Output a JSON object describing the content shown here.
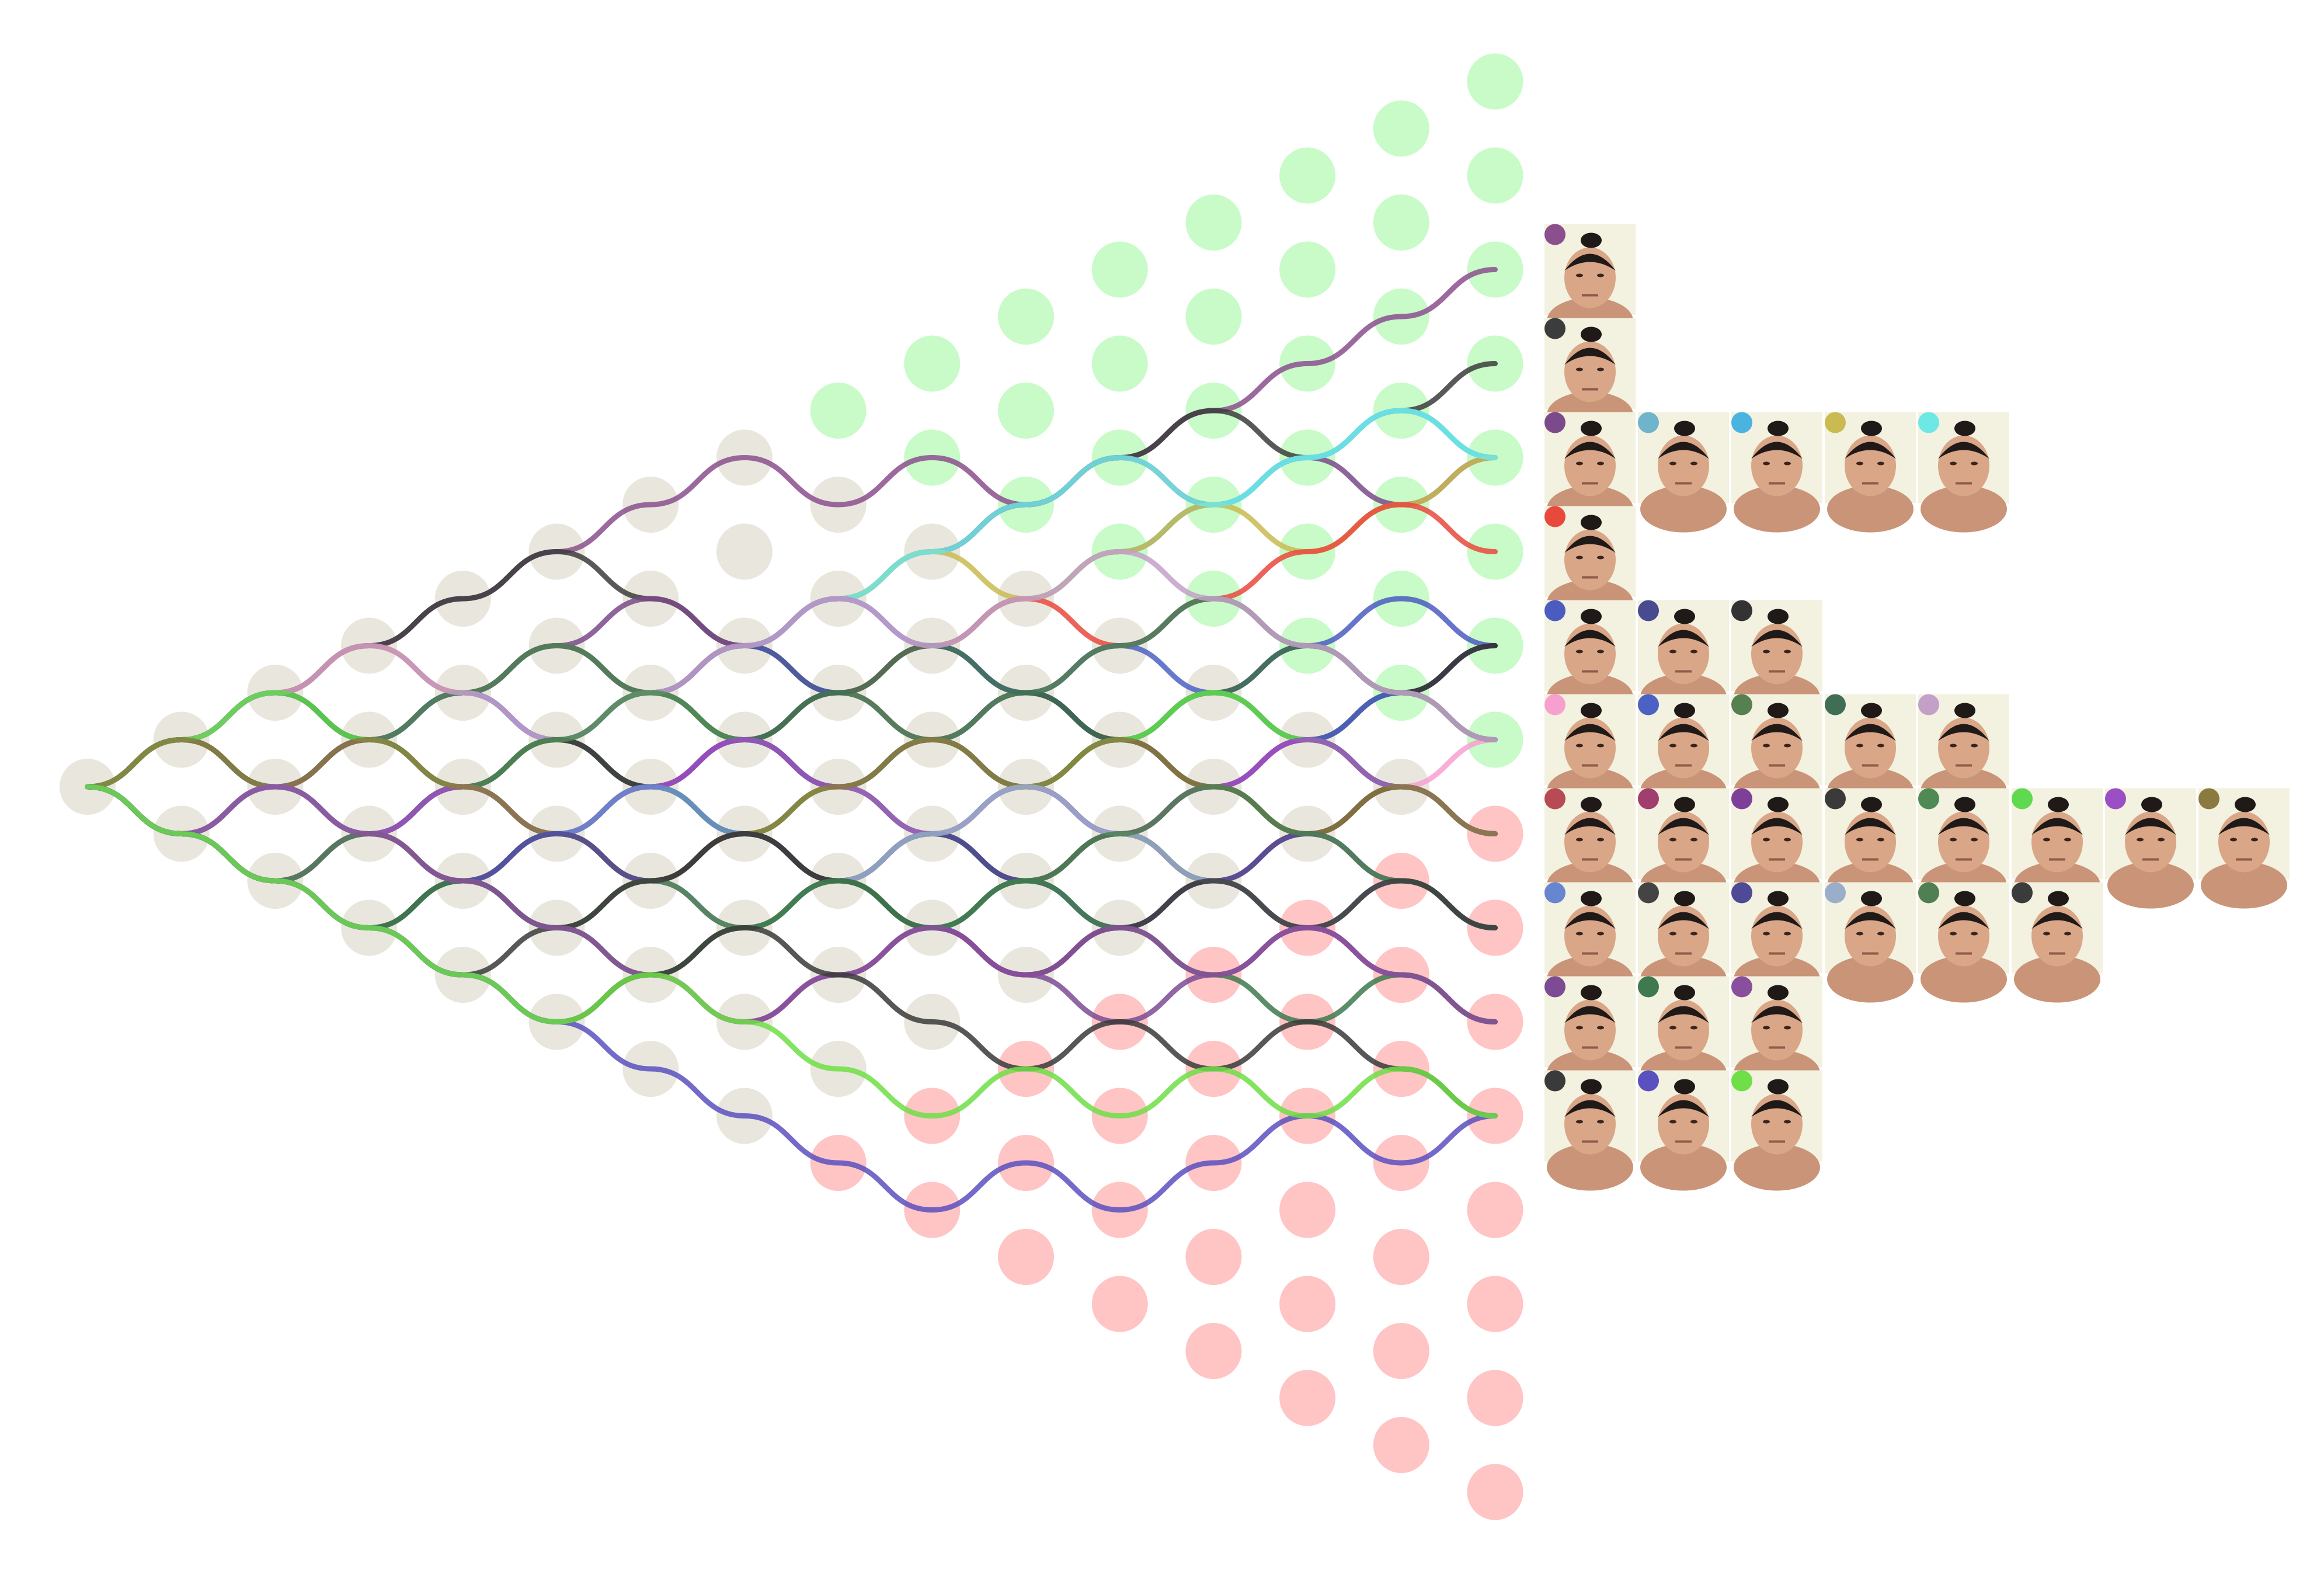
{
  "chart_data": {
    "type": "line",
    "description_free": true,
    "x": [
      0,
      1,
      2,
      3,
      4,
      5,
      6,
      7,
      8,
      9,
      10,
      11,
      12,
      13,
      14,
      15
    ],
    "ylim": [
      -15,
      15
    ],
    "node_colors": {
      "win": "#c8fbc8",
      "loss": "#ffc4c4",
      "neutral": "#e9e7dd"
    },
    "series": [
      {
        "color": "#8b4f8e",
        "values": [
          0,
          1,
          2,
          3,
          4,
          5,
          6,
          7,
          6,
          7,
          6,
          7,
          8,
          9,
          10,
          11
        ]
      },
      {
        "color": "#3c3c3c",
        "values": [
          0,
          1,
          2,
          3,
          4,
          5,
          4,
          3,
          4,
          5,
          6,
          7,
          8,
          7,
          8,
          9
        ]
      },
      {
        "color": "#7a4a8a",
        "values": [
          0,
          1,
          2,
          1,
          2,
          3,
          4,
          3,
          4,
          5,
          6,
          7,
          6,
          7,
          6,
          7
        ]
      },
      {
        "color": "#6fb4cb",
        "values": [
          0,
          1,
          0,
          1,
          2,
          3,
          2,
          1,
          2,
          3,
          4,
          5,
          6,
          7,
          8,
          7
        ]
      },
      {
        "color": "#4ab3e0",
        "values": [
          0,
          1,
          0,
          -1,
          0,
          1,
          2,
          3,
          2,
          3,
          4,
          5,
          6,
          7,
          8,
          7
        ]
      },
      {
        "color": "#c9bb52",
        "values": [
          0,
          -1,
          0,
          1,
          0,
          1,
          2,
          3,
          4,
          5,
          4,
          5,
          6,
          5,
          6,
          7
        ]
      },
      {
        "color": "#6ee8e4",
        "values": [
          0,
          1,
          2,
          1,
          0,
          1,
          2,
          3,
          4,
          5,
          6,
          7,
          6,
          7,
          8,
          7
        ]
      },
      {
        "color": "#e9493c",
        "values": [
          0,
          1,
          2,
          3,
          2,
          1,
          0,
          1,
          2,
          3,
          4,
          3,
          4,
          5,
          6,
          5
        ]
      },
      {
        "color": "#4b5cc0",
        "values": [
          0,
          1,
          0,
          1,
          2,
          1,
          2,
          3,
          4,
          3,
          2,
          3,
          4,
          3,
          4,
          3
        ]
      },
      {
        "color": "#4a4a90",
        "values": [
          0,
          -1,
          0,
          1,
          2,
          3,
          2,
          3,
          2,
          1,
          2,
          1,
          2,
          3,
          2,
          3
        ]
      },
      {
        "color": "#333333",
        "values": [
          0,
          1,
          2,
          1,
          0,
          -1,
          0,
          1,
          0,
          1,
          2,
          1,
          0,
          1,
          2,
          3
        ]
      },
      {
        "color": "#f7a0d0",
        "values": [
          0,
          -1,
          0,
          -1,
          0,
          1,
          0,
          -1,
          0,
          -1,
          0,
          1,
          0,
          1,
          0,
          1
        ]
      },
      {
        "color": "#4b62c4",
        "values": [
          0,
          1,
          0,
          1,
          2,
          1,
          2,
          1,
          0,
          1,
          2,
          3,
          2,
          1,
          2,
          1
        ]
      },
      {
        "color": "#55804f",
        "values": [
          0,
          -1,
          0,
          1,
          2,
          3,
          2,
          1,
          2,
          1,
          2,
          3,
          4,
          3,
          2,
          1
        ]
      },
      {
        "color": "#3f6e55",
        "values": [
          0,
          -1,
          -2,
          -1,
          0,
          1,
          0,
          1,
          2,
          3,
          2,
          1,
          2,
          3,
          2,
          1
        ]
      },
      {
        "color": "#c3a0c8",
        "values": [
          0,
          1,
          2,
          3,
          2,
          1,
          2,
          3,
          4,
          3,
          4,
          5,
          4,
          3,
          2,
          1
        ]
      },
      {
        "color": "#b74a55",
        "values": [
          0,
          -1,
          0,
          -1,
          -2,
          -1,
          0,
          -1,
          -2,
          -1,
          0,
          -1,
          0,
          -1,
          0,
          -1
        ]
      },
      {
        "color": "#a03e6e",
        "values": [
          0,
          1,
          0,
          -1,
          0,
          -1,
          -2,
          -1,
          0,
          1,
          0,
          -1,
          -2,
          -1,
          0,
          -1
        ]
      },
      {
        "color": "#7e3f98",
        "values": [
          0,
          -1,
          0,
          1,
          0,
          -1,
          0,
          1,
          0,
          1,
          0,
          -1,
          0,
          1,
          0,
          -1
        ]
      },
      {
        "color": "#3a3a3a",
        "values": [
          0,
          -1,
          -2,
          -1,
          0,
          1,
          0,
          -1,
          -2,
          -1,
          0,
          1,
          0,
          -1,
          0,
          -1
        ]
      },
      {
        "color": "#4f8a55",
        "values": [
          0,
          1,
          0,
          -1,
          0,
          1,
          2,
          1,
          0,
          1,
          0,
          1,
          2,
          1,
          0,
          -1
        ]
      },
      {
        "color": "#5fd94f",
        "values": [
          0,
          1,
          2,
          1,
          0,
          -1,
          0,
          -1,
          0,
          -1,
          0,
          1,
          2,
          1,
          0,
          -1
        ]
      },
      {
        "color": "#9b4fc4",
        "values": [
          0,
          -1,
          -2,
          -1,
          0,
          -1,
          0,
          1,
          0,
          -1,
          0,
          -1,
          0,
          1,
          0,
          -1
        ]
      },
      {
        "color": "#8a7a40",
        "values": [
          0,
          1,
          0,
          1,
          0,
          -1,
          -2,
          -1,
          0,
          1,
          0,
          1,
          0,
          -1,
          0,
          -1
        ]
      },
      {
        "color": "#6886cf",
        "values": [
          0,
          -1,
          -2,
          -3,
          -2,
          -1,
          0,
          -1,
          -2,
          -3,
          -2,
          -1,
          -2,
          -3,
          -2,
          -3
        ]
      },
      {
        "color": "#444444",
        "values": [
          0,
          -1,
          -2,
          -3,
          -2,
          -3,
          -2,
          -1,
          -2,
          -1,
          -2,
          -1,
          -2,
          -3,
          -2,
          -3
        ]
      },
      {
        "color": "#4e4a96",
        "values": [
          0,
          -1,
          0,
          -1,
          -2,
          -1,
          -2,
          -3,
          -2,
          -1,
          -2,
          -3,
          -2,
          -1,
          -2,
          -3
        ]
      },
      {
        "color": "#9aaec9",
        "values": [
          0,
          -1,
          0,
          -1,
          -2,
          -3,
          -2,
          -3,
          -2,
          -1,
          0,
          -1,
          -2,
          -3,
          -2,
          -3
        ]
      },
      {
        "color": "#4f7f52",
        "values": [
          0,
          -1,
          -2,
          -1,
          -2,
          -3,
          -2,
          -3,
          -2,
          -3,
          -2,
          -1,
          0,
          -1,
          -2,
          -3
        ]
      },
      {
        "color": "#3b3b3b",
        "values": [
          0,
          -1,
          -2,
          -3,
          -4,
          -3,
          -2,
          -1,
          -2,
          -3,
          -4,
          -3,
          -2,
          -3,
          -2,
          -3
        ]
      },
      {
        "color": "#7c4b94",
        "values": [
          0,
          -1,
          -2,
          -3,
          -4,
          -5,
          -4,
          -5,
          -4,
          -3,
          -4,
          -5,
          -4,
          -3,
          -4,
          -5
        ]
      },
      {
        "color": "#3e7a4e",
        "values": [
          0,
          -1,
          -2,
          -3,
          -2,
          -3,
          -4,
          -3,
          -2,
          -3,
          -2,
          -3,
          -4,
          -5,
          -4,
          -5
        ]
      },
      {
        "color": "#8a4f9c",
        "values": [
          0,
          -1,
          0,
          -1,
          -2,
          -3,
          -4,
          -5,
          -4,
          -3,
          -4,
          -3,
          -4,
          -3,
          -4,
          -5
        ]
      },
      {
        "color": "#3a3a3a",
        "values": [
          0,
          -1,
          -2,
          -3,
          -4,
          -5,
          -4,
          -3,
          -4,
          -5,
          -6,
          -5,
          -6,
          -5,
          -6,
          -7
        ]
      },
      {
        "color": "#5a50bf",
        "values": [
          0,
          -1,
          -2,
          -3,
          -4,
          -5,
          -6,
          -7,
          -8,
          -9,
          -8,
          -9,
          -8,
          -7,
          -8,
          -7
        ]
      },
      {
        "color": "#6fdf47",
        "values": [
          0,
          -1,
          -2,
          -3,
          -4,
          -5,
          -4,
          -5,
          -6,
          -7,
          -6,
          -7,
          -6,
          -7,
          -6,
          -7
        ]
      }
    ],
    "legend_groups": [
      {
        "value": 11,
        "colors": [
          "#8b4f8e"
        ]
      },
      {
        "value": 9,
        "colors": [
          "#3c3c3c"
        ]
      },
      {
        "value": 7,
        "colors": [
          "#7a4a8a",
          "#6fb4cb",
          "#4ab3e0",
          "#c9bb52",
          "#6ee8e4"
        ]
      },
      {
        "value": 5,
        "colors": [
          "#e9493c"
        ]
      },
      {
        "value": 3,
        "colors": [
          "#4b5cc0",
          "#4a4a90",
          "#333333"
        ]
      },
      {
        "value": 1,
        "colors": [
          "#f7a0d0",
          "#4b62c4",
          "#55804f",
          "#3f6e55",
          "#c3a0c8"
        ]
      },
      {
        "value": -1,
        "colors": [
          "#b74a55",
          "#a03e6e",
          "#7e3f98",
          "#3a3a3a",
          "#4f8a55",
          "#5fd94f",
          "#9b4fc4",
          "#8a7a40"
        ]
      },
      {
        "value": -3,
        "colors": [
          "#6886cf",
          "#444444",
          "#4e4a96",
          "#9aaec9",
          "#4f7f52",
          "#3b3b3b"
        ]
      },
      {
        "value": -5,
        "colors": [
          "#7c4b94",
          "#3e7a4e",
          "#8a4f9c"
        ]
      },
      {
        "value": -7,
        "colors": [
          "#3a3a3a",
          "#5a50bf",
          "#6fdf47"
        ]
      }
    ]
  }
}
